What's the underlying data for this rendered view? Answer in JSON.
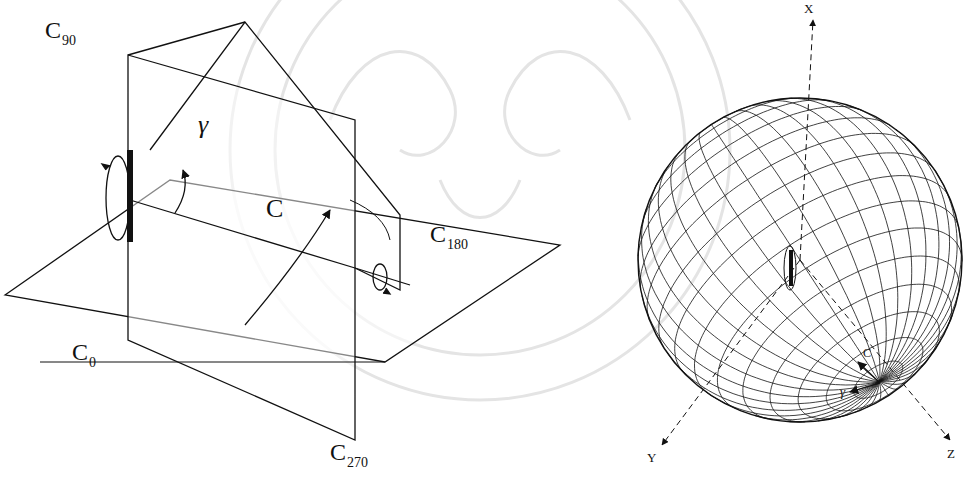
{
  "diagram": {
    "labels": [
      "C",
      "90",
      "C",
      "180",
      "C",
      "0",
      "C",
      "270",
      "γ",
      "C",
      "X",
      "Y",
      "Z",
      "C",
      "γ"
    ]
  }
}
